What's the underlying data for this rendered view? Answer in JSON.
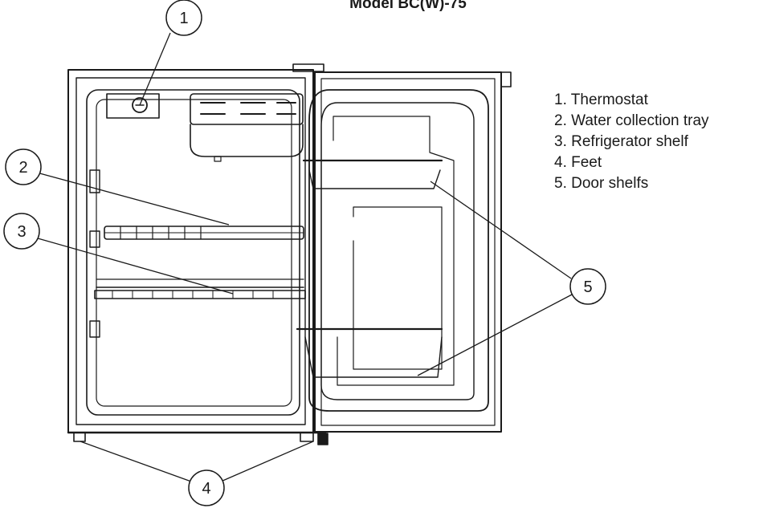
{
  "title": "Model BC(W)-75",
  "callouts": [
    "1",
    "2",
    "3",
    "4",
    "5"
  ],
  "legend": [
    "1. Thermostat",
    "2. Water collection tray",
    "3. Refrigerator shelf",
    "4. Feet",
    "5. Door shelfs"
  ],
  "colors": {
    "line": "#1a1a1a",
    "background": "#ffffff"
  }
}
